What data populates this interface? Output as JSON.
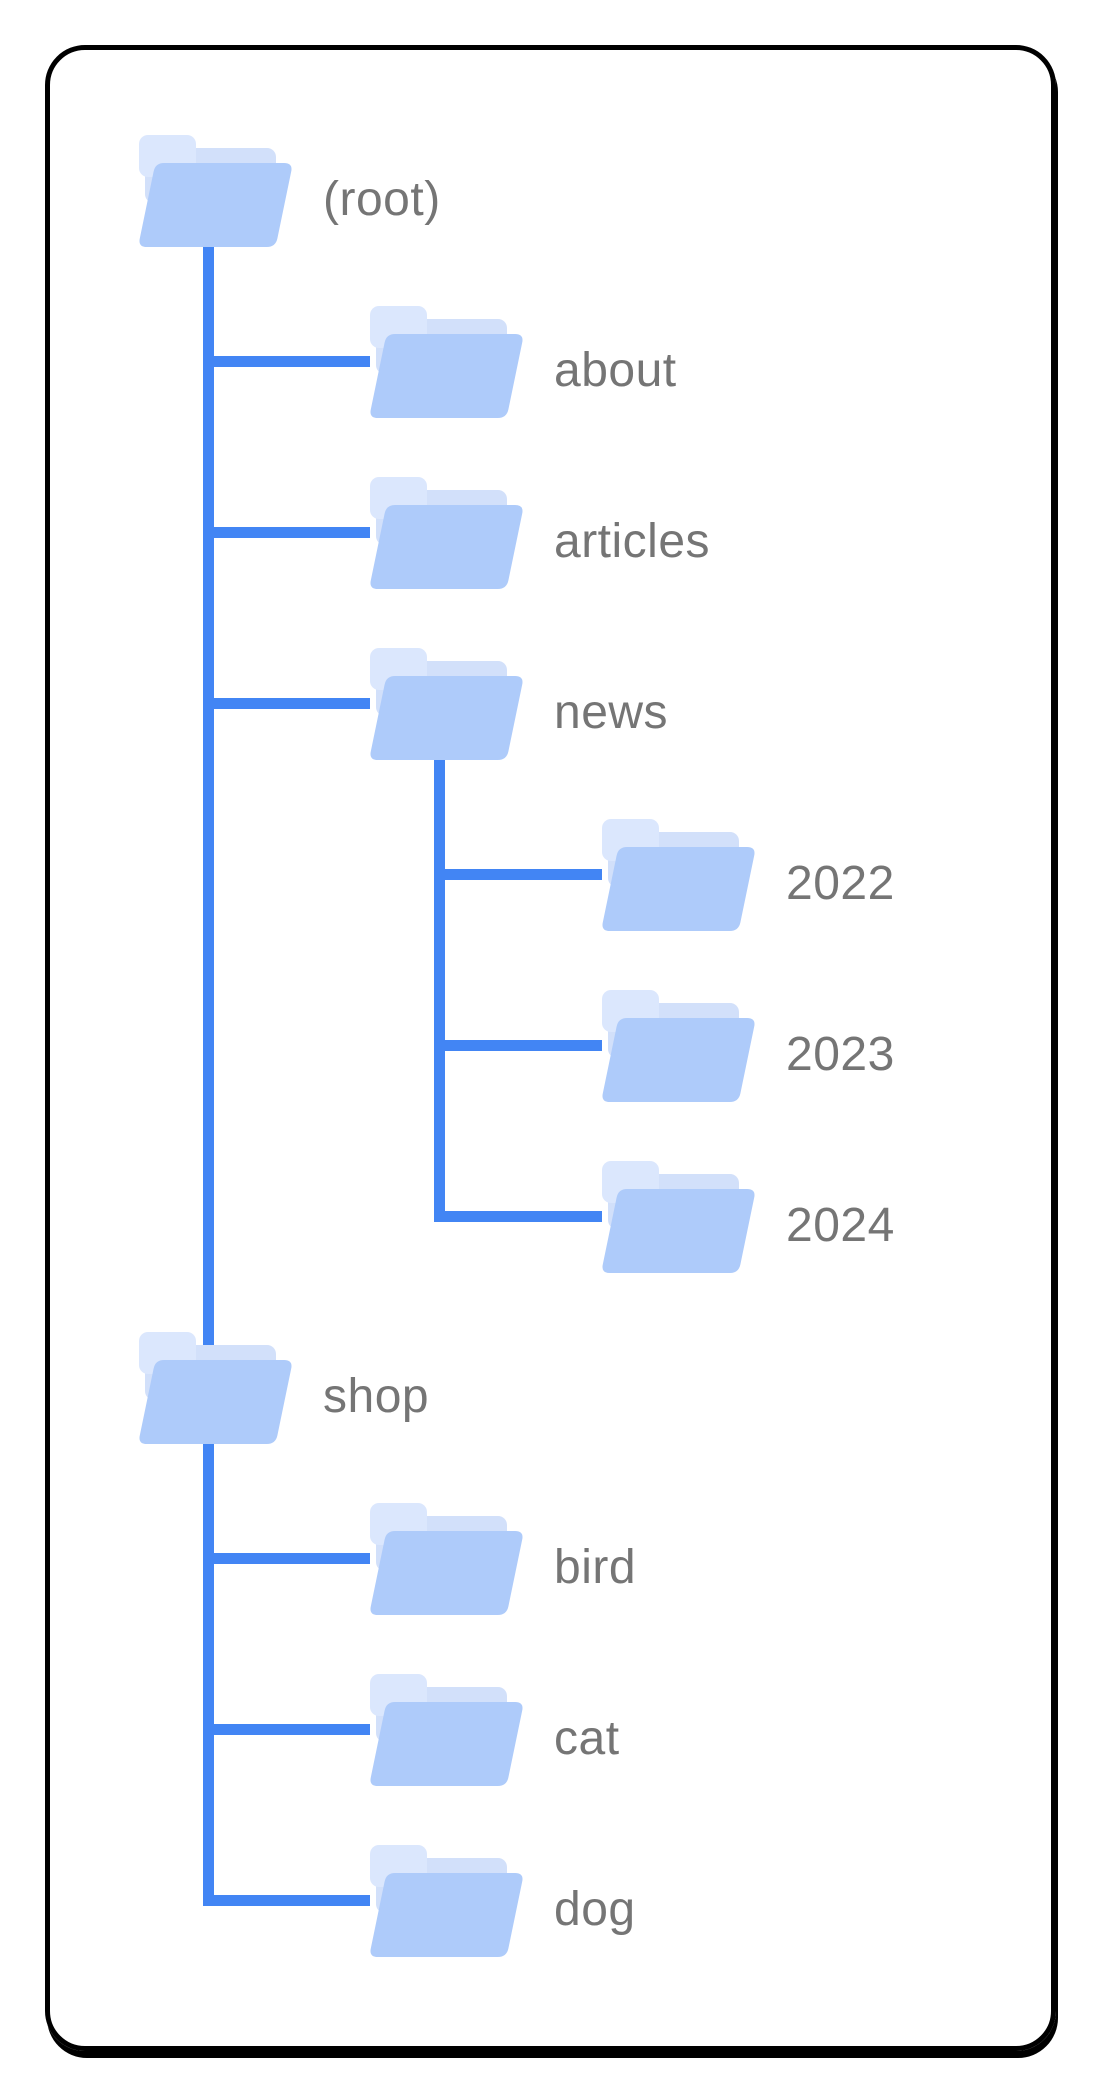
{
  "diagram": {
    "type": "folder-tree",
    "description": "Website directory structure tree of folders connected by blue lines inside a black rounded card"
  },
  "tree": {
    "nodes": [
      {
        "label": "(root)",
        "depth": 0,
        "parent": null
      },
      {
        "label": "about",
        "depth": 1,
        "parent": "(root)"
      },
      {
        "label": "articles",
        "depth": 1,
        "parent": "(root)"
      },
      {
        "label": "news",
        "depth": 1,
        "parent": "(root)"
      },
      {
        "label": "2022",
        "depth": 2,
        "parent": "news"
      },
      {
        "label": "2023",
        "depth": 2,
        "parent": "news"
      },
      {
        "label": "2024",
        "depth": 2,
        "parent": "news"
      },
      {
        "label": "shop",
        "depth": 1,
        "parent": "(root)"
      },
      {
        "label": "bird",
        "depth": 2,
        "parent": "shop"
      },
      {
        "label": "cat",
        "depth": 2,
        "parent": "shop"
      },
      {
        "label": "dog",
        "depth": 2,
        "parent": "shop"
      }
    ]
  },
  "colors": {
    "connector-blue": "#4285f4",
    "folder-front": "#aecbfa",
    "folder-back": "#d2e0fa",
    "folder-tab": "#dbe7fd",
    "label-gray": "#757575",
    "card-border": "#000000",
    "background": "#ffffff"
  }
}
